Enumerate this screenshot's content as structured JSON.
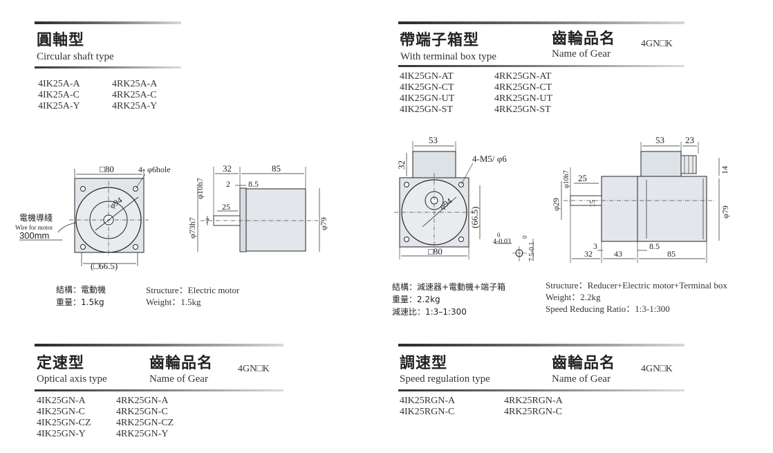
{
  "round_shaft": {
    "title_zh": "圓軸型",
    "title_en": "Circular shaft type",
    "models_left": [
      "4IK25A-A",
      "4IK25A-C",
      "4IK25A-Y"
    ],
    "models_right": [
      "4RK25A-A",
      "4RK25A-C",
      "4RK25A-Y"
    ],
    "drawing": {
      "square": "□80",
      "holes": "4- φ6hole",
      "phi94": "φ94",
      "lead_zh": "電機導綫",
      "lead_en": "Wire for motor",
      "lead_len": "300mm",
      "inner_square": "(□66.5)",
      "d32": "32",
      "d85": "85",
      "d2": "2",
      "d85b": "8.5",
      "d25": "25",
      "d7": "7",
      "phi10": "φ10h7",
      "phi73": "φ73h7",
      "phi79": "φ79"
    },
    "structure_zh": "結構：電動機",
    "weight_zh": "重量：1.5kg",
    "structure_en": "Structure：Electric motor",
    "weight_en": "Weight：1.5kg"
  },
  "terminal_box": {
    "title_zh": "帶端子箱型",
    "title_en": "With terminal box  type",
    "gear_label_zh": "齒輪品名",
    "gear_label_en": "Name of Gear",
    "gear_code": "4GN□K",
    "models_left": [
      "4IK25GN-AT",
      "4IK25GN-CT",
      "4IK25GN-UT",
      "4IK25GN-ST"
    ],
    "models_right": [
      "4RK25GN-AT",
      "4RK25GN-CT",
      "4RK25GN-UT",
      "4RK25GN-ST"
    ],
    "drawing": {
      "d53": "53",
      "d32": "32",
      "holes": "4-M5/ φ6",
      "phi94": "φ94",
      "inner": "(66.5)",
      "square": "□80",
      "tol1": "0",
      "tol2": "4-0.03",
      "tol3": "0",
      "tol4": "7.5-0.1",
      "s53": "53",
      "s23": "23",
      "s14": "14",
      "phi10": "φ10h7",
      "s25": "25",
      "phi29": "φ29",
      "s15": "15",
      "phi79": "φ79",
      "s3": "3",
      "s32": "32",
      "s43": "43",
      "s85a": "8.5",
      "s85": "85"
    },
    "structure_zh": "結構：減速器+電動機+端子箱",
    "weight_zh": "重量：2.2kg",
    "ratio_zh": "減速比：1:3–1:300",
    "structure_en": "Structure：Reducer+Electric motor+Terminal box",
    "weight_en": "Weight：2.2kg",
    "ratio_en": "Speed Reducing Ratio：1:3-1:300"
  },
  "fixed_speed": {
    "title_zh": "定速型",
    "title_en": "Optical axis type",
    "gear_label_zh": "齒輪品名",
    "gear_label_en": "Name of Gear",
    "gear_code": "4GN□K",
    "models_left": [
      "4IK25GN-A",
      "4IK25GN-C",
      "4IK25GN-CZ",
      "4IK25GN-Y"
    ],
    "models_right": [
      "4RK25GN-A",
      "4RK25GN-C",
      "4RK25GN-CZ",
      "4RK25GN-Y"
    ]
  },
  "speed_regulation": {
    "title_zh": "調速型",
    "title_en": "Speed regulation type",
    "gear_label_zh": "齒輪品名",
    "gear_label_en": "Name of Gear",
    "gear_code": "4GN□K",
    "models_left": [
      "4IK25RGN-A",
      "4IK25RGN-C"
    ],
    "models_right": [
      "4RK25RGN-A",
      "4RK25RGN-C"
    ]
  }
}
